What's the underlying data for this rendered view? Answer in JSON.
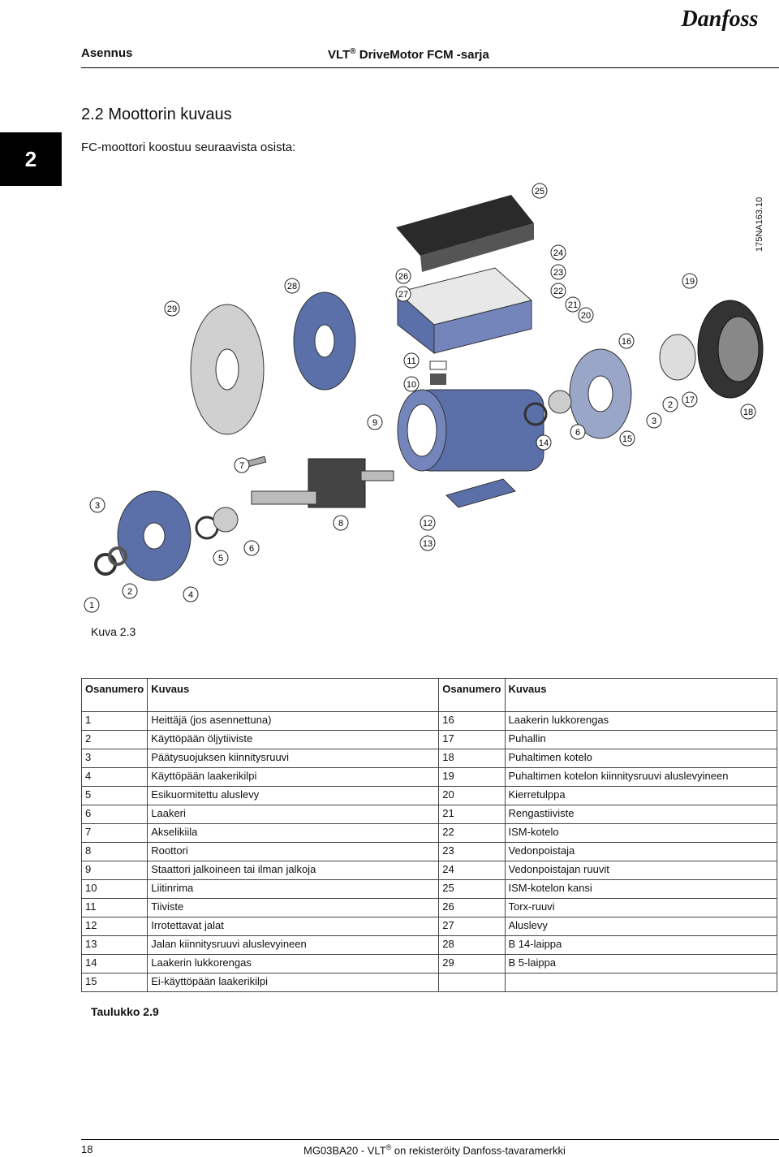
{
  "header": {
    "section": "Asennus",
    "title_prefix": "VLT",
    "title_mark": "®",
    "title_suffix": " DriveMotor FCM -sarja",
    "logo_text": "Danfoss"
  },
  "chapter_tab": "2",
  "section": {
    "heading": "2.2  Moottorin kuvaus",
    "intro": "FC-moottori koostuu seuraavista osista:"
  },
  "figure": {
    "code": "175NA163.10",
    "caption": "Kuva 2.3",
    "callouts": [
      "1",
      "2",
      "3",
      "4",
      "5",
      "6",
      "7",
      "8",
      "9",
      "10",
      "11",
      "12",
      "13",
      "14",
      "15",
      "16",
      "17",
      "18",
      "19",
      "20",
      "21",
      "22",
      "23",
      "24",
      "25",
      "26",
      "27",
      "28",
      "29",
      "3",
      "6",
      "2"
    ]
  },
  "table": {
    "headers": [
      "Osanumero",
      "Kuvaus",
      "Osanumero",
      "Kuvaus"
    ],
    "rows": [
      [
        "1",
        "Heittäjä (jos asennettuna)",
        "16",
        "Laakerin lukkorengas"
      ],
      [
        "2",
        "Käyttöpään öljytiiviste",
        "17",
        "Puhallin"
      ],
      [
        "3",
        "Päätysuojuksen kiinnitysruuvi",
        "18",
        "Puhaltimen kotelo"
      ],
      [
        "4",
        "Käyttöpään laakerikilpi",
        "19",
        "Puhaltimen kotelon kiinnitysruuvi aluslevyineen"
      ],
      [
        "5",
        "Esikuormitettu aluslevy",
        "20",
        "Kierretulppa"
      ],
      [
        "6",
        "Laakeri",
        "21",
        "Rengastiiviste"
      ],
      [
        "7",
        "Akselikiila",
        "22",
        "ISM-kotelo"
      ],
      [
        "8",
        "Roottori",
        "23",
        "Vedonpoistaja"
      ],
      [
        "9",
        "Staattori jalkoineen tai ilman jalkoja",
        "24",
        "Vedonpoistajan ruuvit"
      ],
      [
        "10",
        "Liitinrima",
        "25",
        "ISM-kotelon kansi"
      ],
      [
        "11",
        "Tiiviste",
        "26",
        "Torx-ruuvi"
      ],
      [
        "12",
        "Irrotettavat jalat",
        "27",
        "Aluslevy"
      ],
      [
        "13",
        "Jalan kiinnitysruuvi aluslevyineen",
        "28",
        "B 14-laippa"
      ],
      [
        "14",
        "Laakerin lukkorengas",
        "29",
        "B 5-laippa"
      ],
      [
        "15",
        "Ei-käyttöpään laakerikilpi",
        "",
        ""
      ]
    ],
    "caption": "Taulukko 2.9"
  },
  "footer": {
    "page": "18",
    "doc_prefix": "MG03BA20 - VLT",
    "doc_mark": "®",
    "doc_suffix": " on rekisteröity Danfoss-tavaramerkki"
  },
  "colors": {
    "part_blue": "#5b6fa8",
    "part_grey": "#9a9a9a",
    "dark": "#2a2a2a"
  }
}
